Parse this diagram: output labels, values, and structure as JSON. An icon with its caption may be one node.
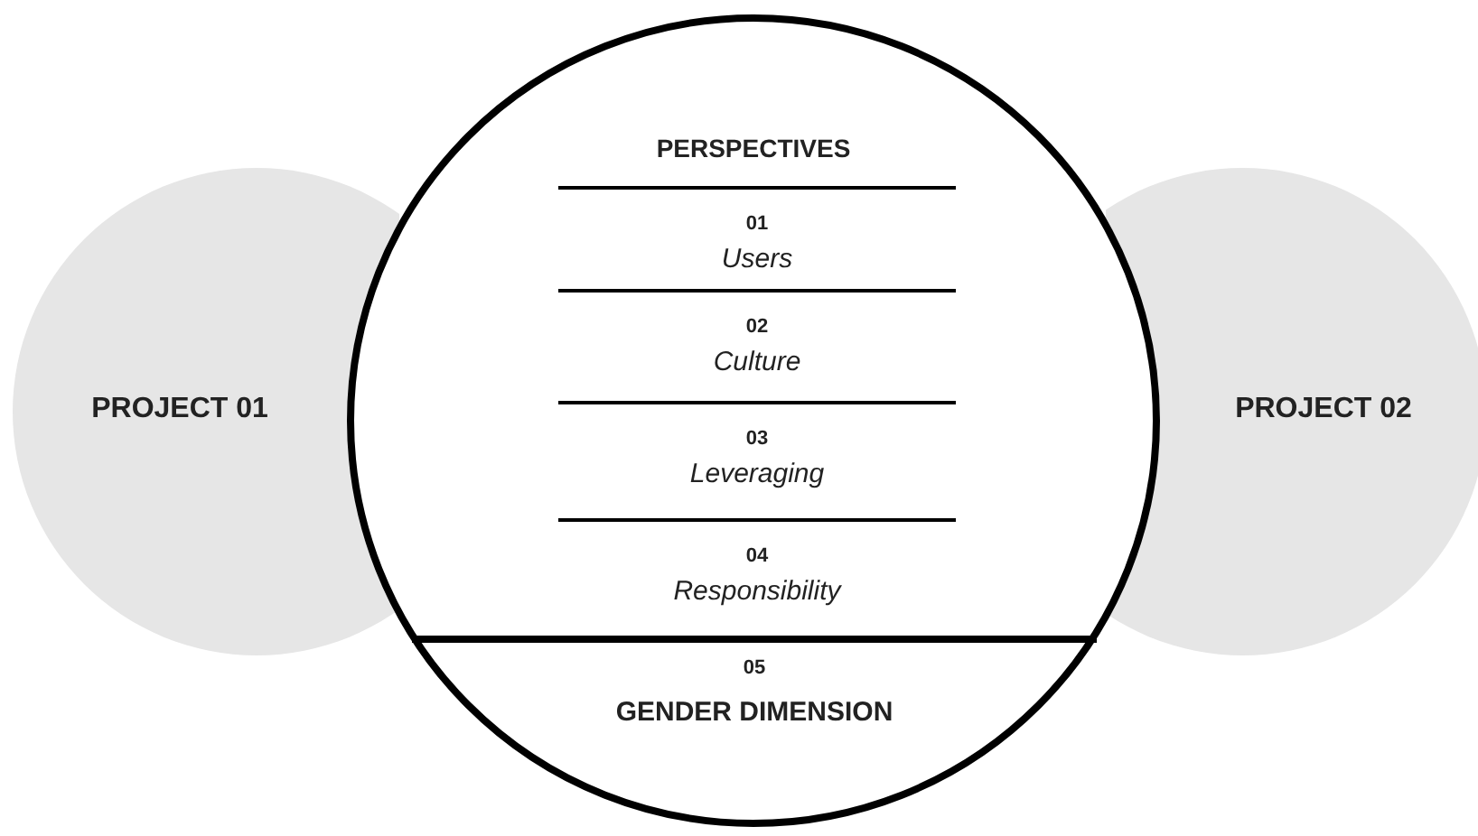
{
  "diagram": {
    "nodes": [
      {
        "text": [
          "PROJECT 01"
        ]
      },
      {
        "text": [
          "PERSPECTIVES"
        ]
      },
      {
        "text": [
          "01",
          "Users"
        ],
        "in": 1
      },
      {
        "text": [
          "02",
          "Culture"
        ],
        "in": 1
      },
      {
        "text": [
          "03",
          "Leveraging"
        ],
        "in": 1
      },
      {
        "text": [
          "04",
          "Responsibility"
        ],
        "in": 1
      },
      {
        "text": [
          "05",
          "GENDER DIMENSION"
        ],
        "in": 1
      },
      {
        "text": [
          "PROJECT 02"
        ]
      }
    ]
  }
}
